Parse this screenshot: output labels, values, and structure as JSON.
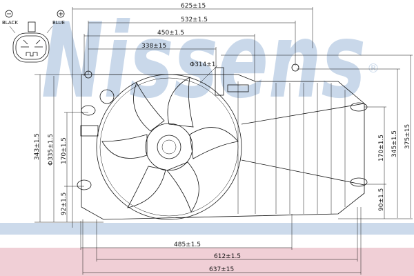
{
  "watermark": {
    "brand": "Nissens",
    "registered_mark": "®",
    "color": "#c9d8ea",
    "band_blue": "#ccdaeb",
    "band_pink": "#f0cfd6"
  },
  "connector": {
    "negative_symbol": "⊖",
    "negative_label": "BLACK",
    "positive_symbol": "⊕",
    "positive_label": "BLUE"
  },
  "dimensions": {
    "top": [
      "625±15",
      "532±1.5",
      "450±1.5",
      "338±15"
    ],
    "fan_diameter": "Φ314±1",
    "left": [
      "343±1.5",
      "Φ335±1.5",
      "170±1.5",
      "92±1.5"
    ],
    "right": [
      "170±1.5",
      "90±1.5",
      "345±1.5",
      "375±15"
    ],
    "bottom": [
      "485±1.5",
      "612±1.5",
      "637±15"
    ]
  }
}
